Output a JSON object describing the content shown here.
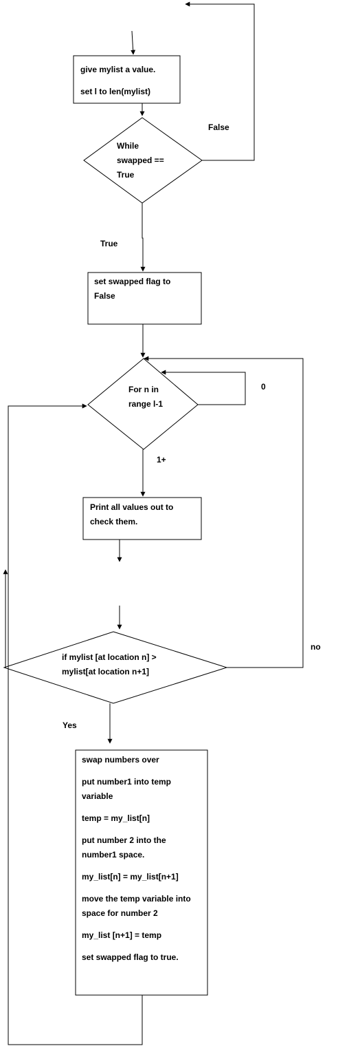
{
  "nodes": {
    "init": {
      "lines": [
        "give mylist a value.",
        "set l to len(mylist)"
      ]
    },
    "while_decision": {
      "lines": [
        "While",
        "swapped ==",
        "True"
      ]
    },
    "set_flag": {
      "lines": [
        "set swapped flag to",
        "False"
      ]
    },
    "for_decision": {
      "lines": [
        "For n in",
        "range l-1"
      ]
    },
    "print_values": {
      "lines": [
        "Print all values out to",
        "check them."
      ]
    },
    "compare_decision": {
      "lines": [
        "if mylist [at location n] >",
        "mylist[at location n+1]"
      ]
    },
    "swap_block": {
      "lines": [
        "swap numbers over",
        "put number1 into temp",
        "variable",
        "temp = my_list[n]",
        "put number 2 into the",
        "number1 space.",
        "my_list[n] = my_list[n+1]",
        "move the temp variable into",
        "space for number 2",
        "my_list [n+1] = temp",
        "set swapped flag to true."
      ]
    }
  },
  "edges": {
    "while_false": "False",
    "while_true": "True",
    "for_zero": "0",
    "for_one_plus": "1+",
    "compare_no": "no",
    "compare_yes": "Yes"
  }
}
